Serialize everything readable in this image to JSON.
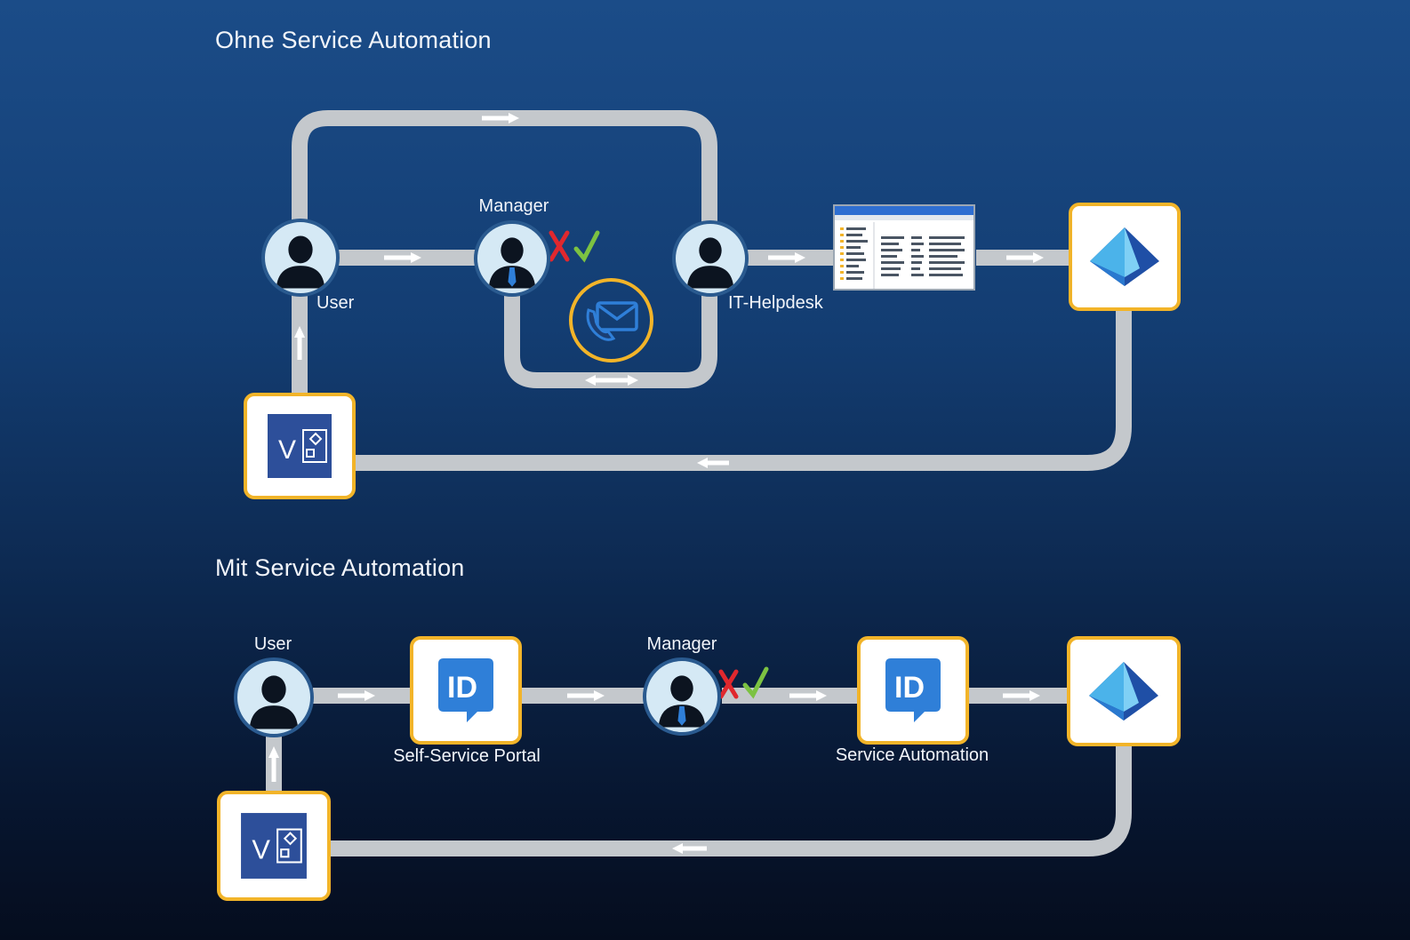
{
  "sections": {
    "without": {
      "title": "Ohne Service Automation"
    },
    "with": {
      "title": "Mit Service Automation"
    }
  },
  "without": {
    "user_label": "User",
    "manager_label": "Manager",
    "helpdesk_label": "IT-Helpdesk"
  },
  "with": {
    "user_label": "User",
    "portal_label": "Self-Service Portal",
    "manager_label": "Manager",
    "automation_label": "Service Automation"
  },
  "colors": {
    "pipe": "#c4c8cc",
    "tile_border": "#f2b429",
    "reject": "#e0282e",
    "approve": "#7cc242",
    "id_blue": "#2f7fd8",
    "visio_blue": "#2d4f9a"
  },
  "icons": [
    "user-icon",
    "manager-icon",
    "phone-mail-icon",
    "ticket-list-icon",
    "entra-id-icon",
    "visio-icon",
    "id-icon",
    "reject-icon",
    "approve-icon"
  ]
}
